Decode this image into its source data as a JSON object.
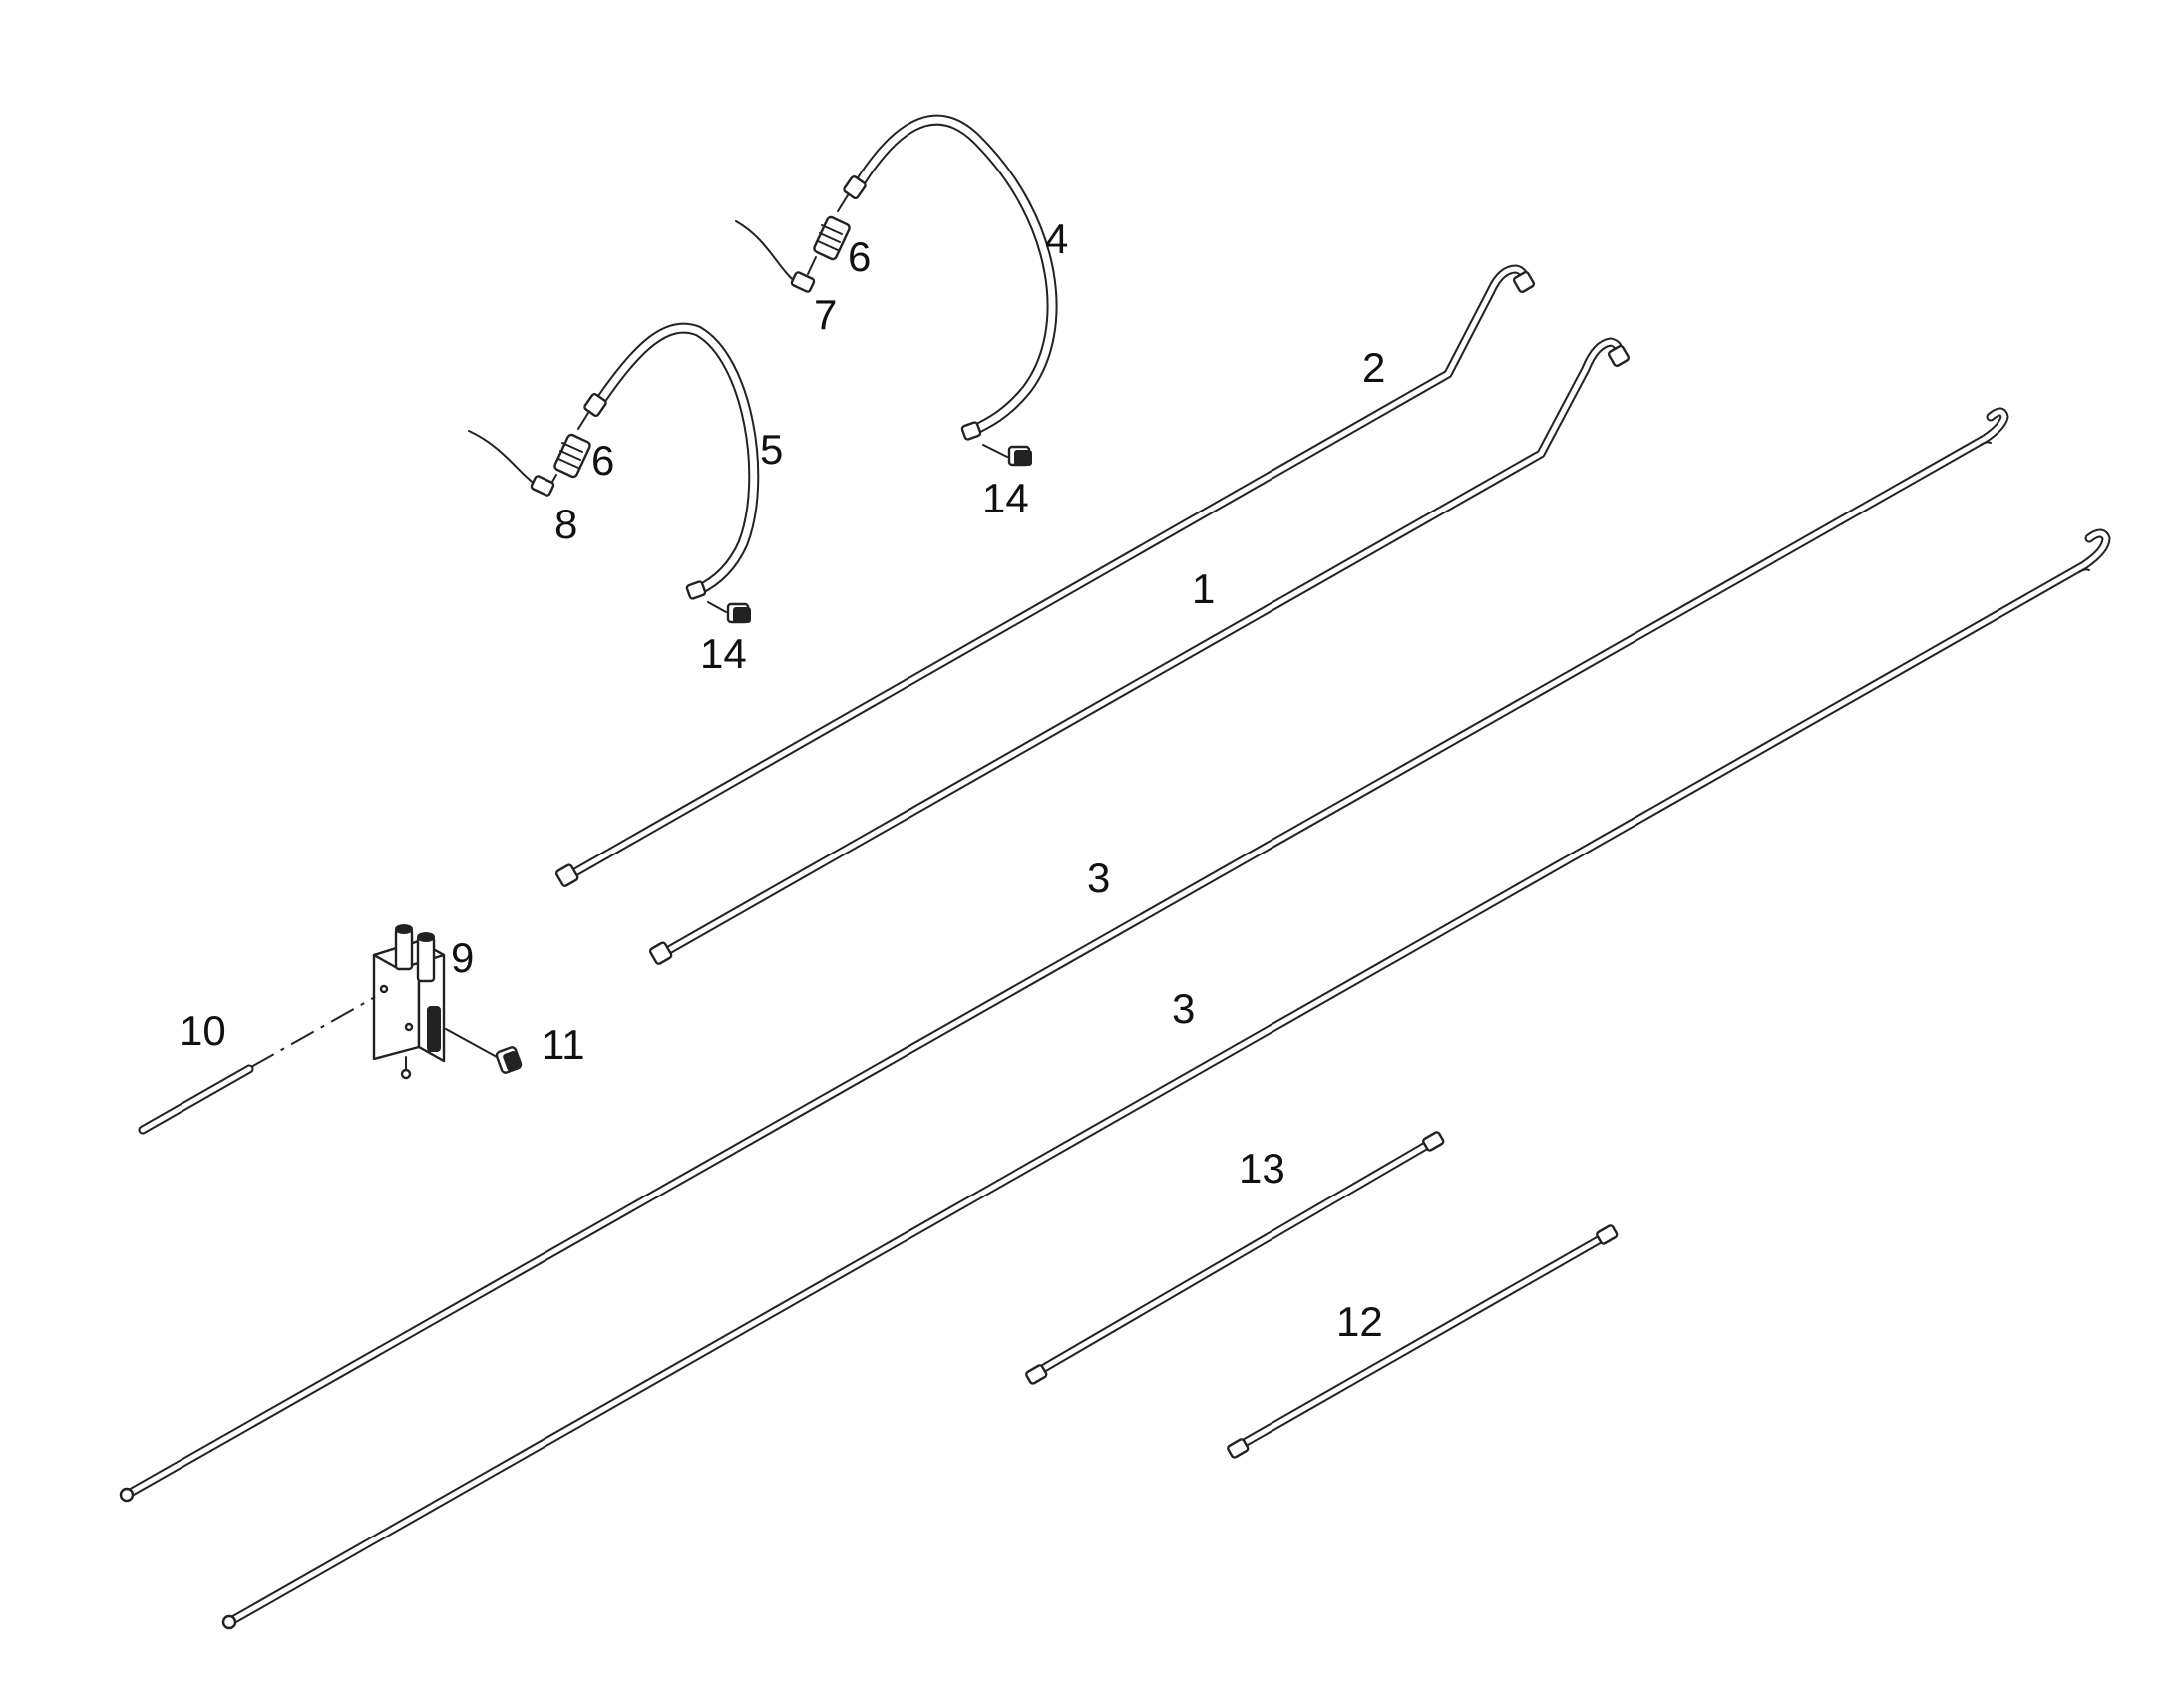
{
  "diagram": {
    "callouts": [
      {
        "id": "c1",
        "text": "1"
      },
      {
        "id": "c2",
        "text": "2"
      },
      {
        "id": "c3a",
        "text": "3"
      },
      {
        "id": "c3b",
        "text": "3"
      },
      {
        "id": "c4",
        "text": "4"
      },
      {
        "id": "c5",
        "text": "5"
      },
      {
        "id": "c6a",
        "text": "6"
      },
      {
        "id": "c6b",
        "text": "6"
      },
      {
        "id": "c7",
        "text": "7"
      },
      {
        "id": "c8",
        "text": "8"
      },
      {
        "id": "c9",
        "text": "9"
      },
      {
        "id": "c10",
        "text": "10"
      },
      {
        "id": "c11",
        "text": "11"
      },
      {
        "id": "c12",
        "text": "12"
      },
      {
        "id": "c13",
        "text": "13"
      },
      {
        "id": "c14a",
        "text": "14"
      },
      {
        "id": "c14b",
        "text": "14"
      }
    ]
  }
}
